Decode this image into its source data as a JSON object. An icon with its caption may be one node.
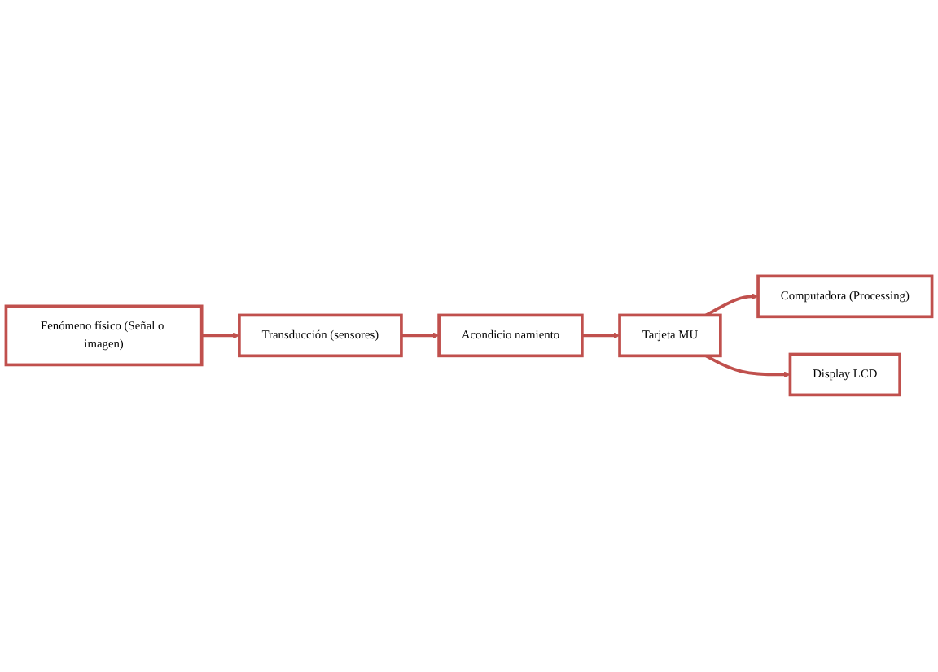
{
  "diagram": {
    "nodes": [
      {
        "text": [
          "Computadora (Processing)"
        ]
      },
      {
        "text": [
          "Transducción (sensores)"
        ]
      },
      {
        "text": [
          "Acondicio namiento"
        ]
      },
      {
        "text": [
          "Tarjeta MU"
        ]
      },
      {
        "text": [
          "Fenómeno físico (Señal o imagen)"
        ]
      },
      {
        "text": [
          "Display LCD"
        ]
      }
    ],
    "edges": [
      {
        "from": 4,
        "to": 1,
        "arrow": "to"
      },
      {
        "from": 1,
        "to": 2,
        "arrow": "to"
      },
      {
        "from": 2,
        "to": 3,
        "arrow": "to"
      },
      {
        "from": 3,
        "to": 0,
        "arrow": "to"
      },
      {
        "from": 3,
        "to": 5,
        "arrow": "to"
      }
    ]
  }
}
